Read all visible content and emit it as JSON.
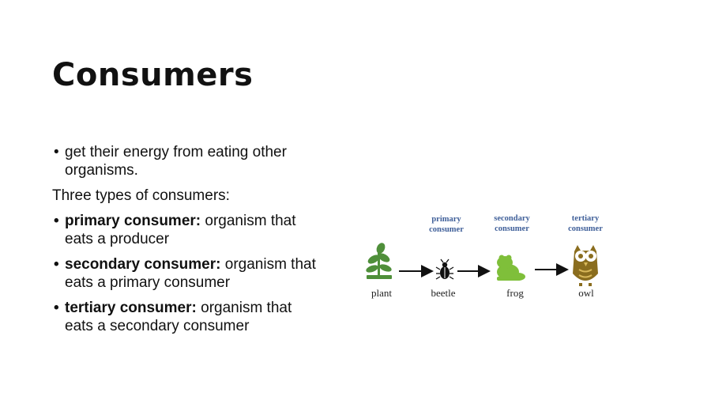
{
  "slide": {
    "title": "Consumers",
    "bullet1": "get their energy from eating other organisms.",
    "intro": "Three types of consumers:",
    "items": [
      {
        "term": "primary consumer:",
        "def": " organism that eats a producer"
      },
      {
        "term": "secondary consumer:",
        "def": " organism that eats a primary consumer"
      },
      {
        "term": "tertiary consumer:",
        "def": " organism that eats a secondary consumer"
      }
    ]
  },
  "food_chain": {
    "levels": [
      {
        "line1": "primary",
        "line2": "consumer"
      },
      {
        "line1": "secondary",
        "line2": "consumer"
      },
      {
        "line1": "tertiary",
        "line2": "consumer"
      }
    ],
    "organisms": [
      "plant",
      "beetle",
      "frog",
      "owl"
    ],
    "icons": [
      "plant-icon",
      "beetle-icon",
      "frog-icon",
      "owl-icon"
    ],
    "colors": {
      "plant": "#4f8f3a",
      "frog": "#7fbf3a",
      "owl": "#8a6d1e",
      "label": "#3f5f99"
    }
  }
}
